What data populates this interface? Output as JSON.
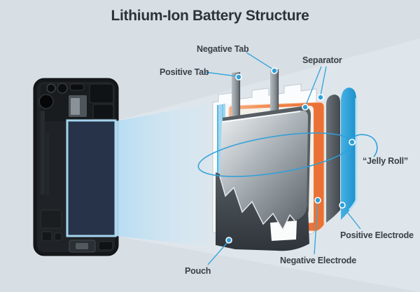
{
  "title": "Lithium-Ion Battery Structure",
  "diagram": {
    "labels": {
      "positive_tab": "Positive Tab",
      "negative_tab": "Negative Tab",
      "separator": "Separator",
      "jelly_roll": "“Jelly Roll”",
      "positive_electrode": "Positive Electrode",
      "negative_electrode": "Negative Electrode",
      "pouch": "Pouch"
    },
    "colors": {
      "background": "#d8dfe4",
      "accent_blue": "#2f9fd9",
      "beam_blue": "#bfe0f3",
      "electrode_orange": "#ee7c42",
      "positive_layer_blue": "#2da2db",
      "pouch_silver": "#a9b0b5",
      "dark_layer": "#4d545a",
      "battery_highlight_border": "#a5d4ee",
      "label_text": "#3a4046",
      "title_text": "#2d3237"
    }
  }
}
